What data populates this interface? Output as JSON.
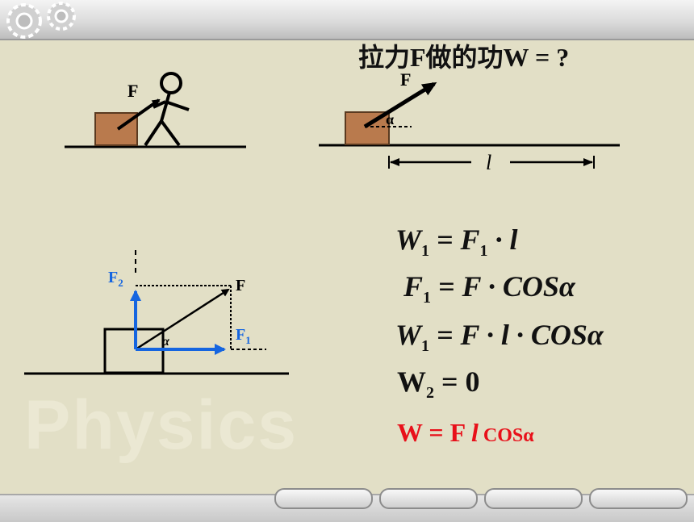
{
  "header": {
    "title": "拉力F做的功W = ?"
  },
  "figure1": {
    "force_label": "F"
  },
  "figure2": {
    "force_label": "F",
    "angle_label": "α",
    "distance_label": "l"
  },
  "figure3": {
    "f_label": "F",
    "f1_label": "F",
    "f1_sub": "1",
    "f2_label": "F",
    "f2_sub": "2",
    "angle_label": "α"
  },
  "equations": {
    "eq1": {
      "w": "W",
      "w_sub": "1",
      "rhs": "= F",
      "rhs_sub": "1",
      "tail": "· l"
    },
    "eq2": {
      "f": "F",
      "f_sub": "1",
      "rhs": "= F · COSα"
    },
    "eq3": {
      "w": "W",
      "w_sub": "1",
      "rhs": "= F · l · COSα"
    },
    "eq4": {
      "w": "W",
      "w_sub": "2",
      "rhs": "= 0"
    },
    "eq5": {
      "lhs": "W = F ",
      "l": "l",
      "cos": " COSα"
    }
  },
  "watermark": "Physics",
  "colors": {
    "box": "#b97a4d",
    "vector_blue": "#1565e0",
    "result_red": "#e8101a"
  }
}
